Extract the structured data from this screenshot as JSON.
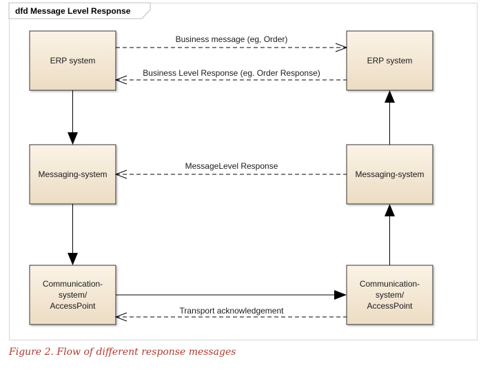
{
  "diagram": {
    "frame_label": "dfd Message Level Response",
    "nodes": [
      {
        "id": "erp-left",
        "lines": [
          "ERP system"
        ]
      },
      {
        "id": "erp-right",
        "lines": [
          "ERP system"
        ]
      },
      {
        "id": "msg-left",
        "lines": [
          "Messaging-system"
        ]
      },
      {
        "id": "msg-right",
        "lines": [
          "Messaging-system"
        ]
      },
      {
        "id": "comm-left",
        "lines": [
          "Communication-",
          "system/",
          "AccessPoint"
        ]
      },
      {
        "id": "comm-right",
        "lines": [
          "Communication-",
          "system/",
          "AccessPoint"
        ]
      }
    ],
    "edges": [
      {
        "id": "business-message",
        "label": "Business message (eg, Order)"
      },
      {
        "id": "business-response",
        "label": "Business Level Response (eg. Order Response)"
      },
      {
        "id": "message-level-response",
        "label": "MessageLevel Response"
      },
      {
        "id": "transport-ack",
        "label": "Transport acknowledgement"
      }
    ]
  },
  "caption": "Figure 2. Flow of different response messages",
  "colors": {
    "box_fill_top": "#fbf3e6",
    "box_fill_bottom": "#ecdcc3",
    "caption": "#b03a2e"
  }
}
